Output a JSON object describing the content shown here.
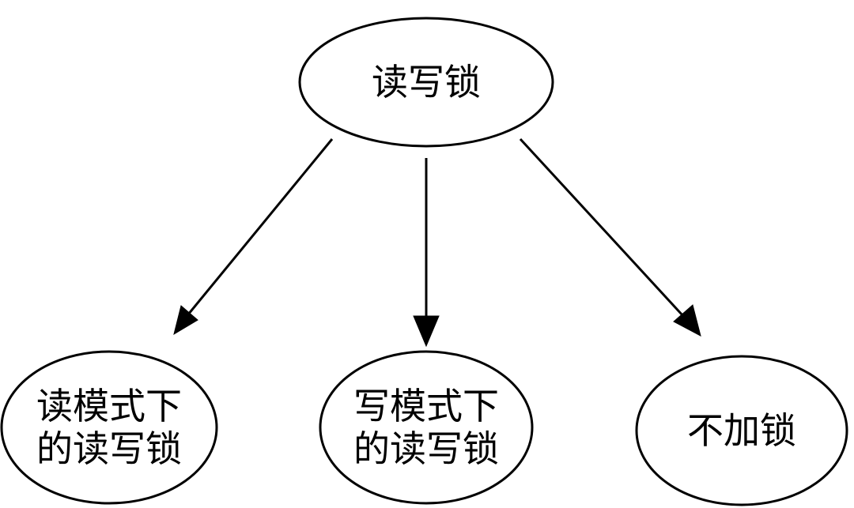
{
  "diagram": {
    "type": "tree",
    "root": {
      "id": "rw-lock",
      "label": "读写锁"
    },
    "children": [
      {
        "id": "read-mode",
        "label": "读模式下\n的读写锁"
      },
      {
        "id": "write-mode",
        "label": "写模式下\n的读写锁"
      },
      {
        "id": "unlocked",
        "label": "不加锁"
      }
    ],
    "edges": [
      {
        "from": "rw-lock",
        "to": "read-mode"
      },
      {
        "from": "rw-lock",
        "to": "write-mode"
      },
      {
        "from": "rw-lock",
        "to": "unlocked"
      }
    ],
    "colors": {
      "stroke": "#000000",
      "fill": "#ffffff",
      "text": "#000000"
    }
  }
}
